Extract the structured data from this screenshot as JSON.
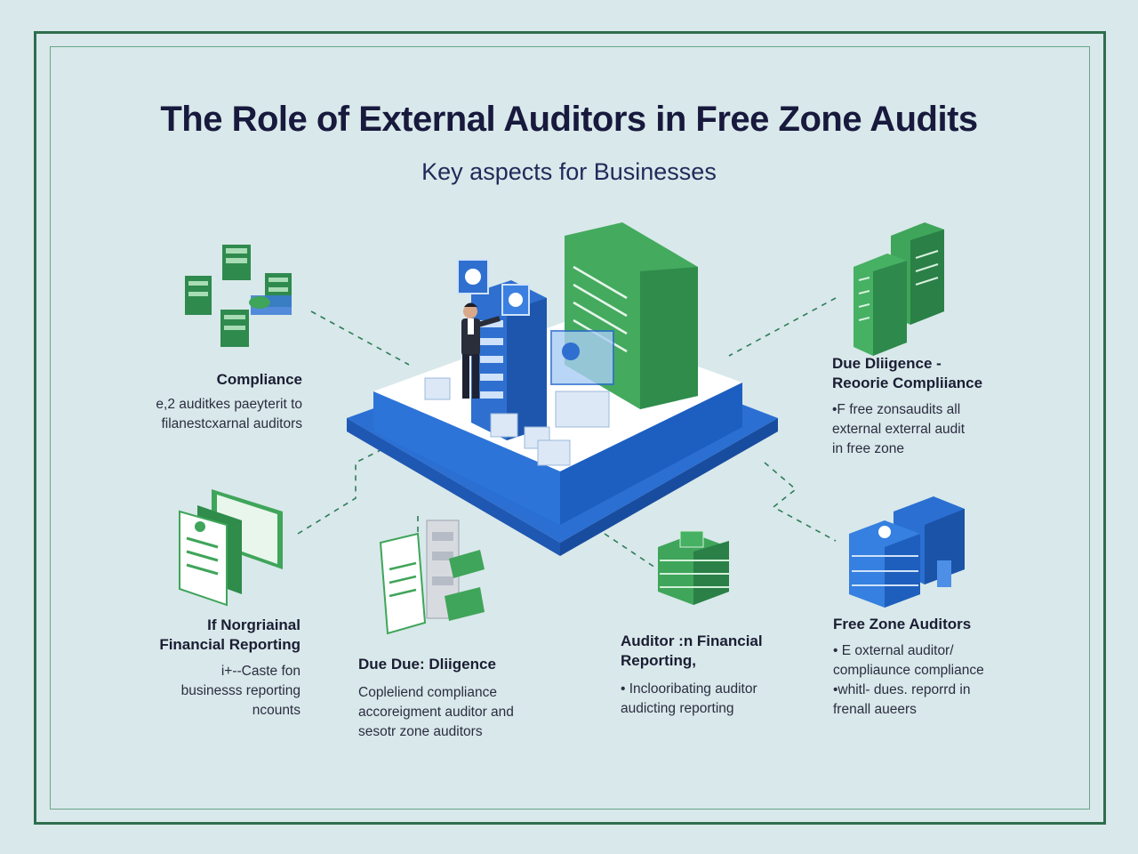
{
  "title": "The Role of External Auditors in Free Zone Audits",
  "subtitle": "Key aspects for Businesses",
  "blocks": {
    "compliance": {
      "heading": "Compliance",
      "line1": "e,2 auditkes paeyterit to",
      "line2": "filanestcxarnal auditors"
    },
    "due_diligence_top": {
      "heading1": "Due Dliigence -",
      "heading2": "Reoorie Compliiance",
      "line1": "•F free zonsaudits all",
      "line2": "external exterral audit",
      "line3": "in free zone"
    },
    "financial_reporting_left": {
      "heading1": "If Norgriainal",
      "heading2": "Financial Reporting",
      "line1": "i+--Caste fon",
      "line2": "businesss reporting",
      "line3": "ncounts"
    },
    "due_diligence_bottom": {
      "heading": "Due Due: Dliigence",
      "line1": "Copleliend compliance",
      "line2": "accoreigment auditor and",
      "line3": "sesotr zone auditors"
    },
    "auditor_financial": {
      "heading1": "Auditor :n Financial",
      "heading2": "Reporting,",
      "line1": "• Inclooribating auditor",
      "line2": "audicting reporting"
    },
    "free_zone_auditors": {
      "heading": "Free Zone Auditors",
      "line1": "• E oxternal auditor/",
      "line2": "compliaunce compliance",
      "line3": "•whitl- dues. reporrd in",
      "line4": "frenall aueers"
    }
  },
  "colors": {
    "background": "#d9e8ea",
    "frame": "#2f6e4e",
    "green": "#3fa55a",
    "blue": "#2a6fd1",
    "title": "#17193d"
  },
  "icons": [
    "server-cluster-icon",
    "server-stack-icon",
    "document-stack-icon",
    "document-machine-icon",
    "green-stack-icon",
    "blue-stack-icon",
    "platform-icon",
    "auditor-figure-icon"
  ]
}
